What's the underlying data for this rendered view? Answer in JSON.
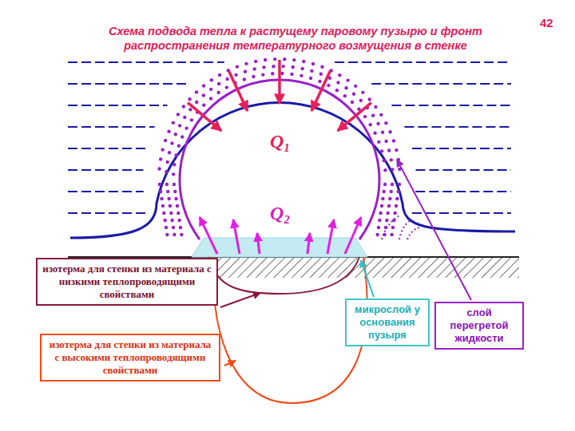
{
  "diagram": {
    "title": "Схема подвода тепла к растущему паровому пузырю и фронт распространения температурного возмущения в стенке",
    "nodes": [
      {
        "text": [
          "изотерма для стенки из материала с низкими теплопроводящими свойствами"
        ]
      },
      {
        "text": [
          "изотерма для стенки из материала с высокими теплопроводящими свойствами"
        ]
      },
      {
        "text": [
          "микрослой у основания пузыря"
        ]
      },
      {
        "text": [
          "слой перегретой жидкости"
        ]
      }
    ],
    "labels": [
      "42",
      "Q₁",
      "Q₂"
    ]
  }
}
